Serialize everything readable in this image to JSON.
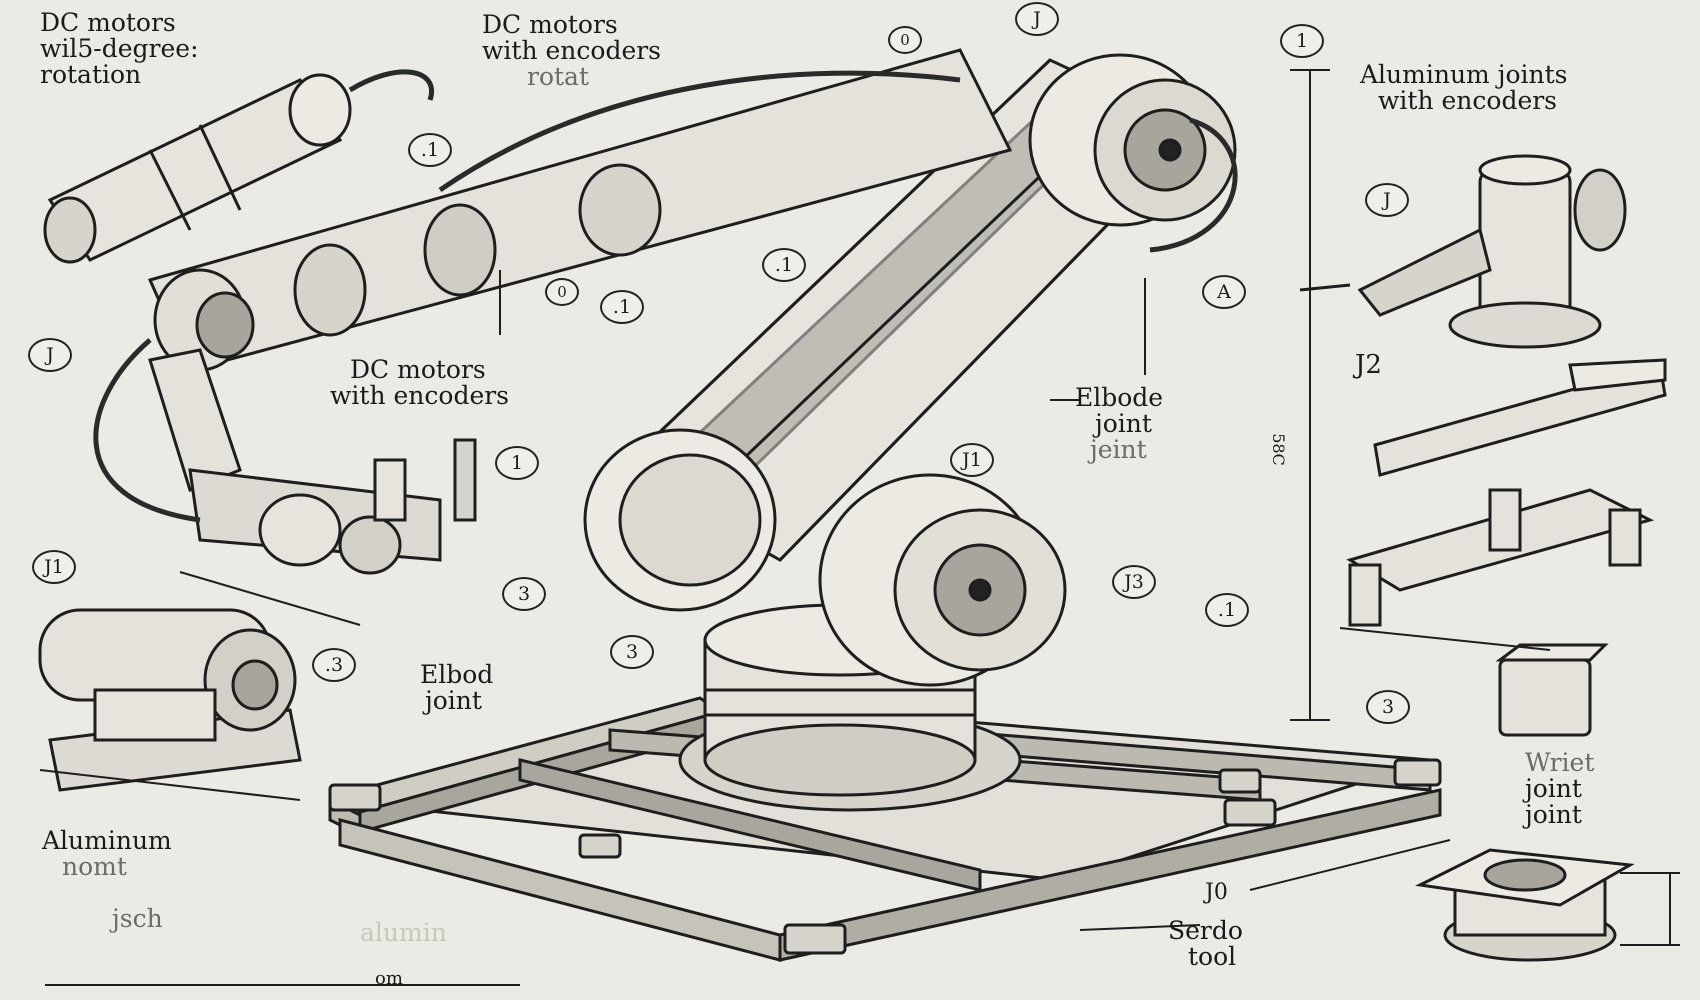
{
  "diagram": {
    "title": "Robotic arm technical sketch",
    "background_color": "#ebeae4",
    "ink_color": "#1c1c1c",
    "labels": {
      "top_left": [
        "DC motors",
        "wil5-degree:",
        "rotation"
      ],
      "top_center": [
        "DC motors",
        "with encoders",
        "rotat"
      ],
      "top_right": [
        "Aluminum joints",
        "with encoders"
      ],
      "mid_left": [
        "DC motors",
        "with encoders"
      ],
      "mid_right": [
        "Elbode",
        "joint",
        "jeint"
      ],
      "lower_left_elbow": [
        "Elbod",
        "joint"
      ],
      "bottom_left": [
        "Aluminum",
        "nomt",
        "jsch"
      ],
      "bottom_ghost": [
        "alumin"
      ],
      "right_wrist": [
        "Wriet",
        "joint",
        "joint"
      ],
      "bottom_right_tool": [
        "Serdo",
        "tool"
      ],
      "j2_part": "J2",
      "j0_marker": "J0",
      "scale_text": "om",
      "dimension_text": "58C"
    },
    "callouts": [
      {
        "id": "c-top-0",
        "text": "0"
      },
      {
        "id": "c-top-j",
        "text": "J"
      },
      {
        "id": "c-top-right-1",
        "text": "1"
      },
      {
        "id": "c-upper-left-1",
        "text": ".1"
      },
      {
        "id": "c-mid-1",
        "text": ".1"
      },
      {
        "id": "c-small-0",
        "text": "0"
      },
      {
        "id": "c-mid-arm-1",
        "text": ".1"
      },
      {
        "id": "c-right-a",
        "text": "A"
      },
      {
        "id": "c-right-j",
        "text": "J"
      },
      {
        "id": "c-left-j",
        "text": "J"
      },
      {
        "id": "c-tool-1",
        "text": "1"
      },
      {
        "id": "c-j1",
        "text": "J1"
      },
      {
        "id": "c-left-j1",
        "text": "J1"
      },
      {
        "id": "c-3a",
        "text": "3"
      },
      {
        "id": "c-3b",
        "text": "3"
      },
      {
        "id": "c-j3",
        "text": "J3"
      },
      {
        "id": "c-right-1",
        "text": ".1"
      },
      {
        "id": "c-motor-3",
        "text": ".3"
      },
      {
        "id": "c-base-3",
        "text": "3"
      }
    ]
  }
}
